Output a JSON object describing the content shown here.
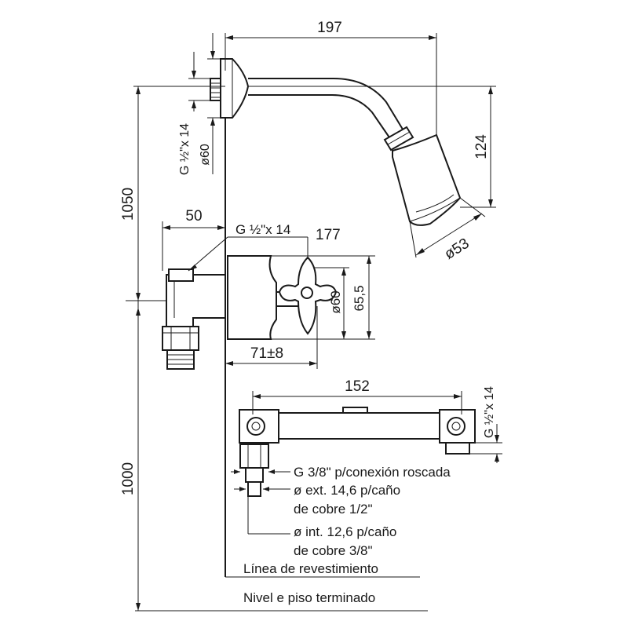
{
  "dimensions": {
    "arm_length": "197",
    "arm_drop": "124",
    "head_diameter": "ø53",
    "total_height_top": "1050",
    "total_height_bottom": "1000",
    "valve_offset": "50",
    "valve_projection": "177",
    "wall_thread_top": "G ½\"x 14",
    "flange_diameter": "ø60",
    "valve_thread": "G ½\"x 14",
    "handle_flange_diameter": "ø60",
    "handle_height": "65,5",
    "handle_depth": "71±8",
    "bar_width": "152",
    "bar_thread": "G ½\"x 14"
  },
  "notes": {
    "line1": "G 3/8\" p/conexión roscada",
    "line2": "ø ext. 14,6 p/caño",
    "line3": "de cobre 1/2\"",
    "line4": "ø int. 12,6 p/caño",
    "line5": "de cobre 3/8\"",
    "coating_line": "Línea de revestimiento",
    "floor_line": "Nivel   e piso terminado"
  }
}
